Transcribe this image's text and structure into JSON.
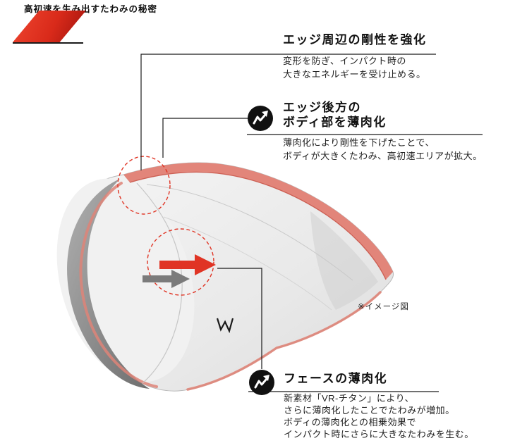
{
  "header": {
    "title": "高初速を生み出すたわみの秘密"
  },
  "note_label": "※イメージ図",
  "annotations": {
    "edge_rigidity": {
      "title": "エッジ周辺の剛性を強化",
      "body": [
        "変形を防ぎ、インパクト時の",
        "大きなエネルギーを受け止める。"
      ]
    },
    "edge_rear": {
      "title_line1": "エッジ後方の",
      "title_line2": "ボディ部を薄肉化",
      "body": [
        "薄肉化により剛性を下げたことで、",
        "ボディが大きくたわみ、高初速エリアが拡大。"
      ]
    },
    "face": {
      "title": "フェースの薄肉化",
      "body": [
        "新素材「VR-チタン」により、",
        "さらに薄肉化したことでたわみが増加。",
        "ボディの薄肉化との相乗効果で",
        "インパクト時にさらに大きなたわみを生む。"
      ]
    }
  },
  "icons": {
    "flex_icon": "flex-arrow-icon"
  },
  "colors": {
    "accent_red": "#e03424",
    "salmon": "#e2857a",
    "line_black": "#1a1a1a"
  }
}
